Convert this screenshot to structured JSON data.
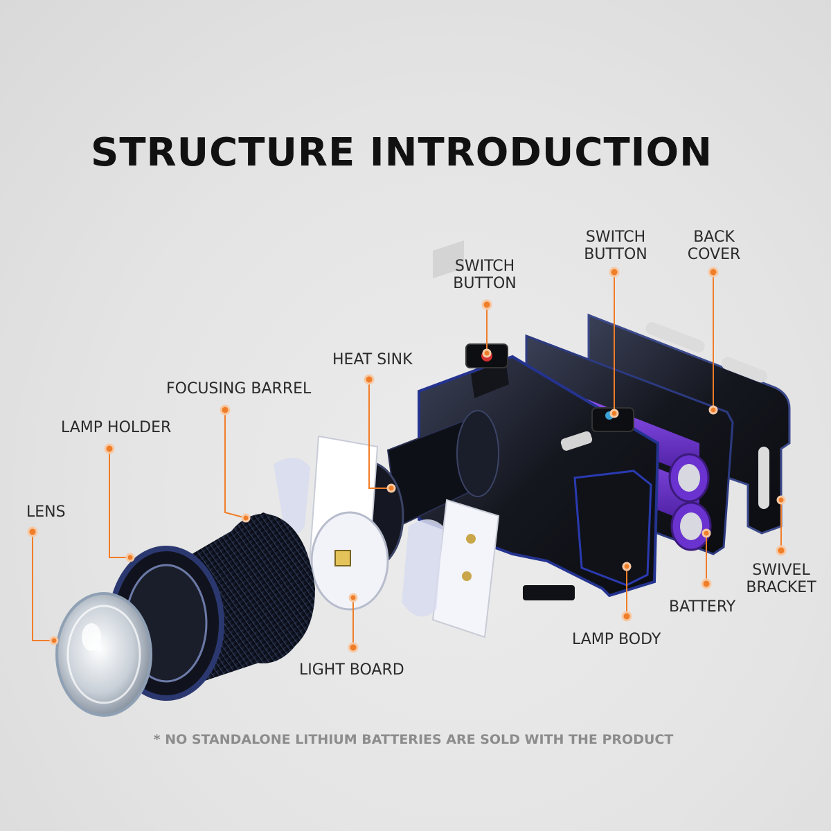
{
  "title": "STRUCTURE INTRODUCTION",
  "footnote": "* NO STANDALONE LITHIUM BATTERIES ARE SOLD WITH THE PRODUCT",
  "accent_color": "#f07d28",
  "battery_color": "#7b3fe0",
  "labels": {
    "switch_button_left": [
      "SWITCH",
      "BUTTON"
    ],
    "switch_button_right": [
      "SWITCH",
      "BUTTON"
    ],
    "back_cover": [
      "BACK",
      "COVER"
    ],
    "heat_sink": "HEAT SINK",
    "focusing_barrel": "FOCUSING BARREL",
    "lamp_holder": "LAMP HOLDER",
    "lens": "LENS",
    "swivel_bracket": [
      "SWIVEL",
      "BRACKET"
    ],
    "battery": "BATTERY",
    "lamp_body": "LAMP BODY",
    "light_board": "LIGHT BOARD"
  }
}
